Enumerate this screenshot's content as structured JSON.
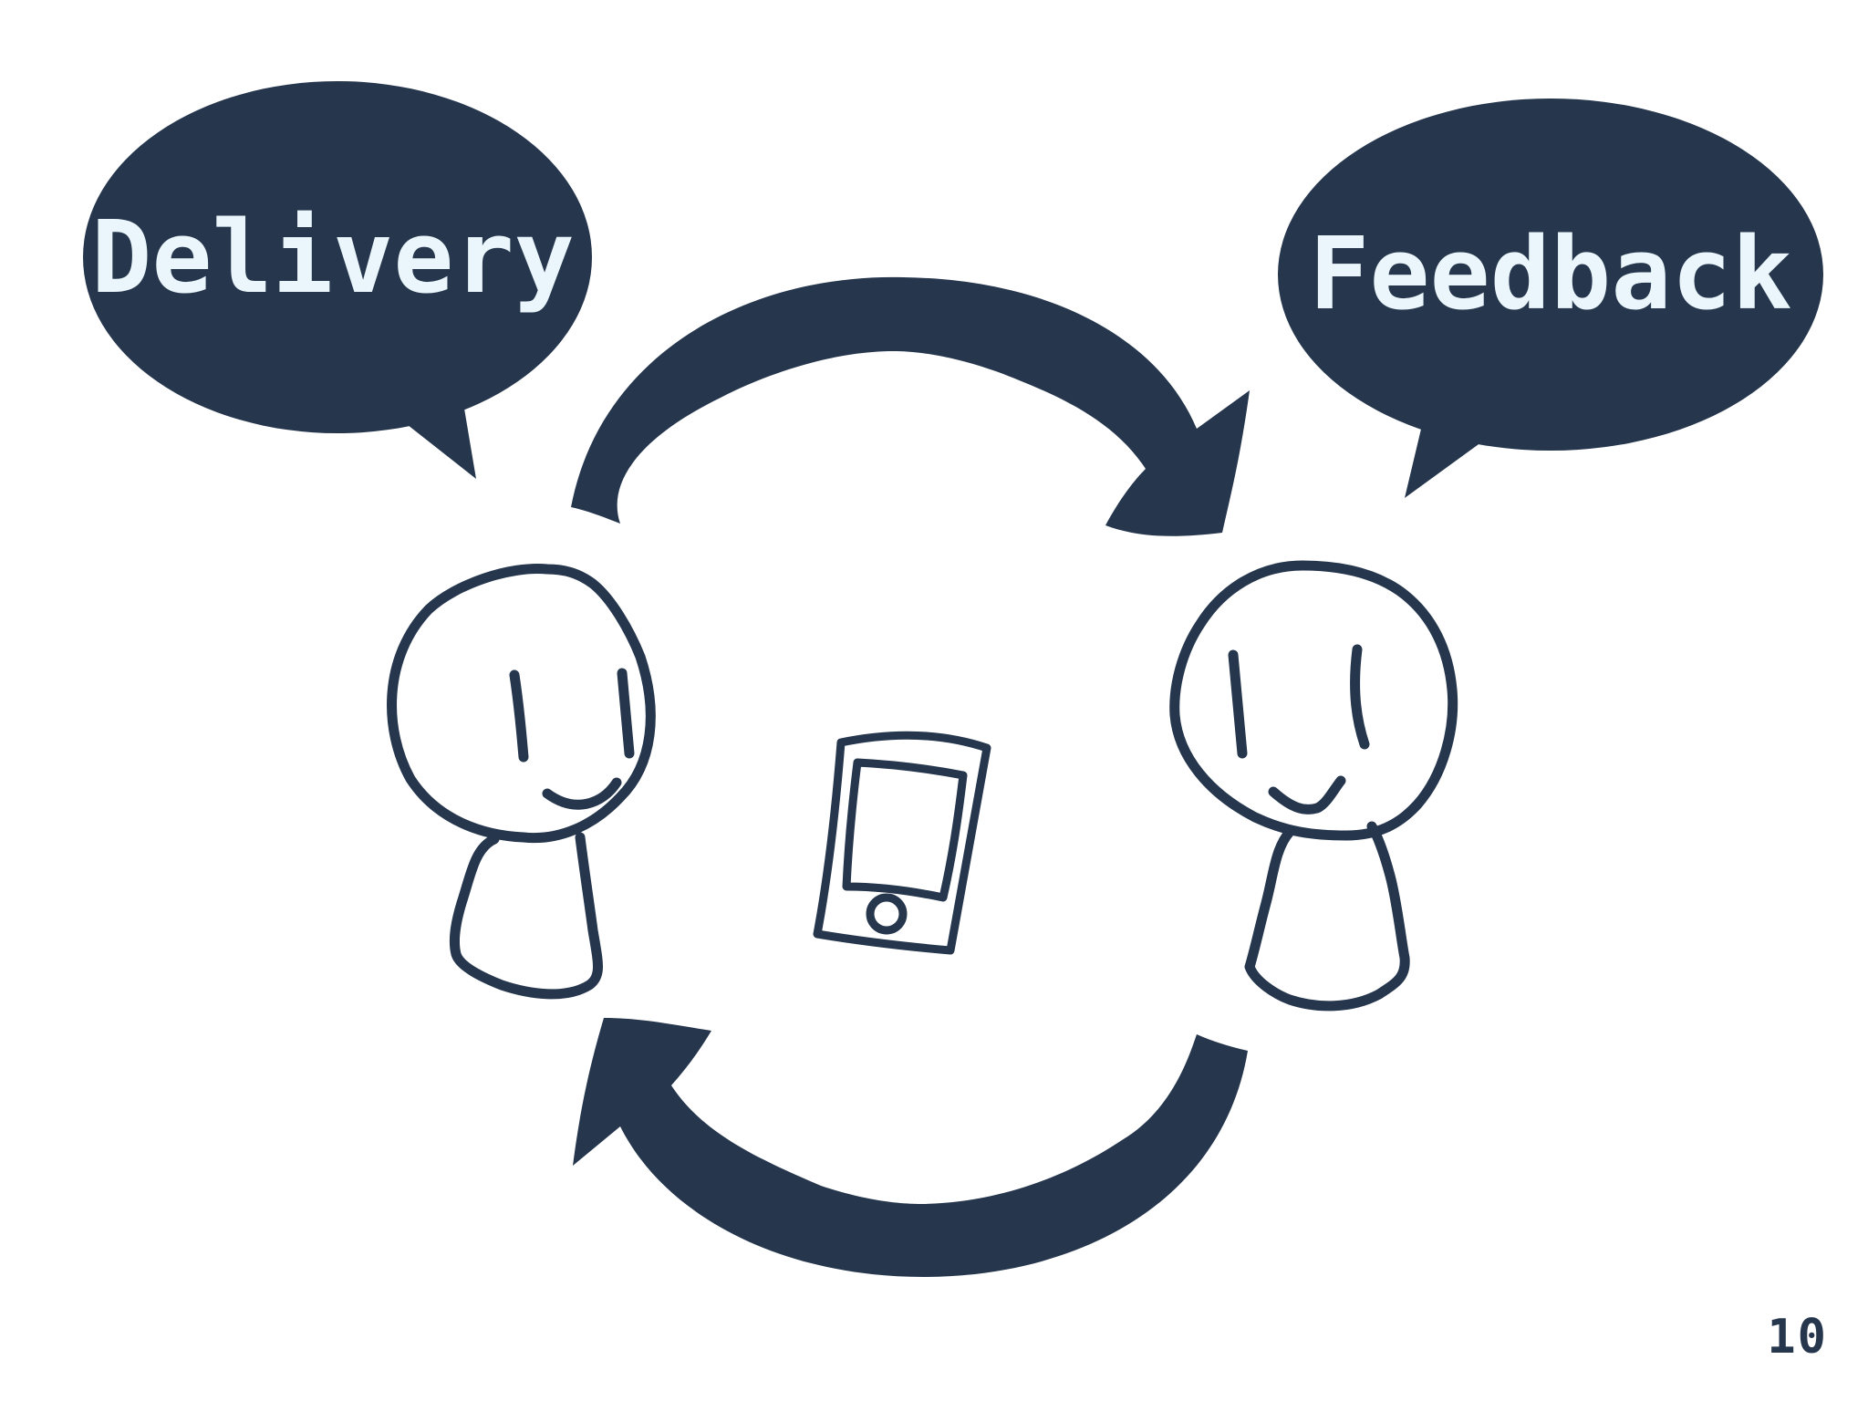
{
  "slide": {
    "speech_bubbles": {
      "left_label": "Delivery",
      "right_label": "Feedback"
    },
    "page_number": "10"
  },
  "colors": {
    "ink": "#25364d",
    "bubble_text": "#eaf6fb",
    "background": "#ffffff"
  },
  "icons": [
    "person-icon",
    "tablet-device-icon",
    "cycle-arrow-icon",
    "speech-bubble-icon"
  ]
}
